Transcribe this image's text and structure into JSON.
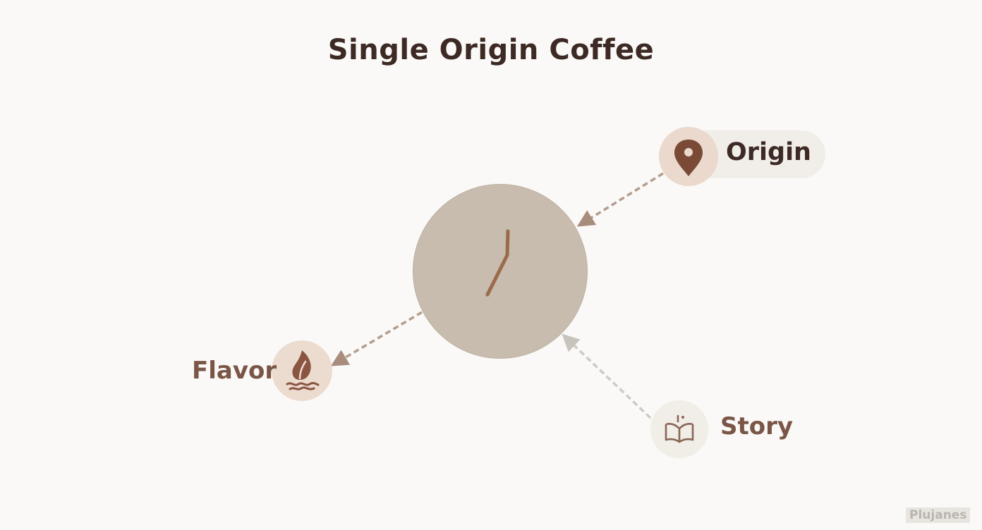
{
  "diagram": {
    "title": "Single Origin Coffee",
    "nodes": {
      "origin": {
        "label": "Origin",
        "icon": "map-pin-icon"
      },
      "flavor": {
        "label": "Flavor",
        "icon": "flame-leaf-icon"
      },
      "story": {
        "label": "Story",
        "icon": "open-book-icon"
      }
    },
    "hub": {
      "icon": "coffee-stir-stick-icon"
    },
    "colors": {
      "background": "#faf9f7",
      "title": "#3d2a24",
      "hub": "#c8bcae",
      "accent_brown": "#7a4a37",
      "arrow": "#b49d8e",
      "arrow_light": "#cfcac4"
    }
  },
  "watermark": {
    "text": "Plujanes"
  }
}
